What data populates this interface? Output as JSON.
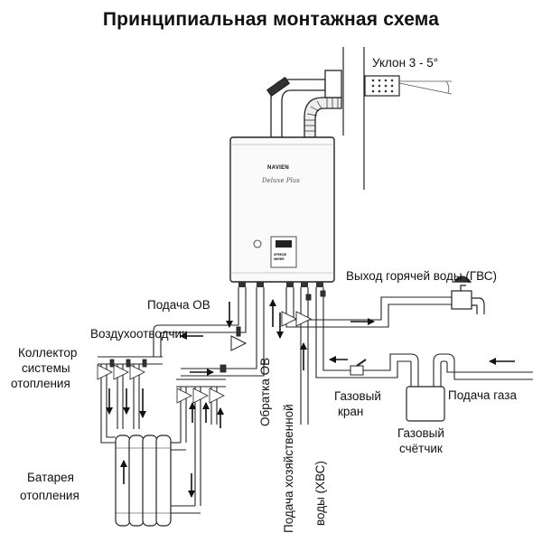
{
  "title": "Принципиальная монтажная схема",
  "labels": {
    "slope": "Уклон 3 - 5°",
    "dhw_out": "Выход горячей воды (ГВС)",
    "heating_supply": "Подача ОВ",
    "air_vent": "Воздухоотводчик",
    "collector": [
      "Коллектор",
      "системы",
      "отопления"
    ],
    "heating_return": "Обратка ОВ",
    "cold_water_supply": [
      "Подача хозяйственной",
      "воды (ХВС)"
    ],
    "gas_valve": [
      "Газовый",
      "кран"
    ],
    "gas_supply": "Подача газа",
    "gas_meter": [
      "Газовый",
      "счётчик"
    ],
    "radiator": [
      "Батарея",
      "отопления"
    ]
  },
  "boiler": {
    "brand": "NAVIEN",
    "model": "Deluxe Plus",
    "panel_text": [
      "SPEEDE",
      "WIRER"
    ]
  },
  "colors": {
    "line": "#222222",
    "pipe_fill": "#ffffff",
    "boiler_fill": "#fafafa"
  }
}
